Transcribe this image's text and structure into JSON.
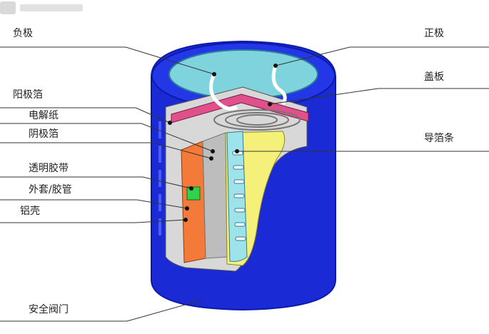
{
  "labels": {
    "negative_terminal": "负极",
    "positive_terminal": "正极",
    "anode_foil": "阳极箔",
    "cover_plate": "盖板",
    "electrolytic_paper": "电解纸",
    "cathode_foil": "阴极箔",
    "lead_tab": "导箔条",
    "transparent_tape": "透明胶带",
    "outer_sleeve": "外套/胶管",
    "aluminum_case": "铝壳",
    "safety_valve": "安全阀门"
  },
  "colors": {
    "case_blue": "#1a2bd6",
    "case_dark": "#0b1aa8",
    "top_cyan": "#7fd3dc",
    "sleeve_orange": "#f47a3a",
    "core_yellow": "#f4f07a",
    "foil_gray": "#c9c9c9",
    "cover_pink": "#e0508a",
    "tape_green": "#2fd24a",
    "leader_line": "#333333"
  }
}
